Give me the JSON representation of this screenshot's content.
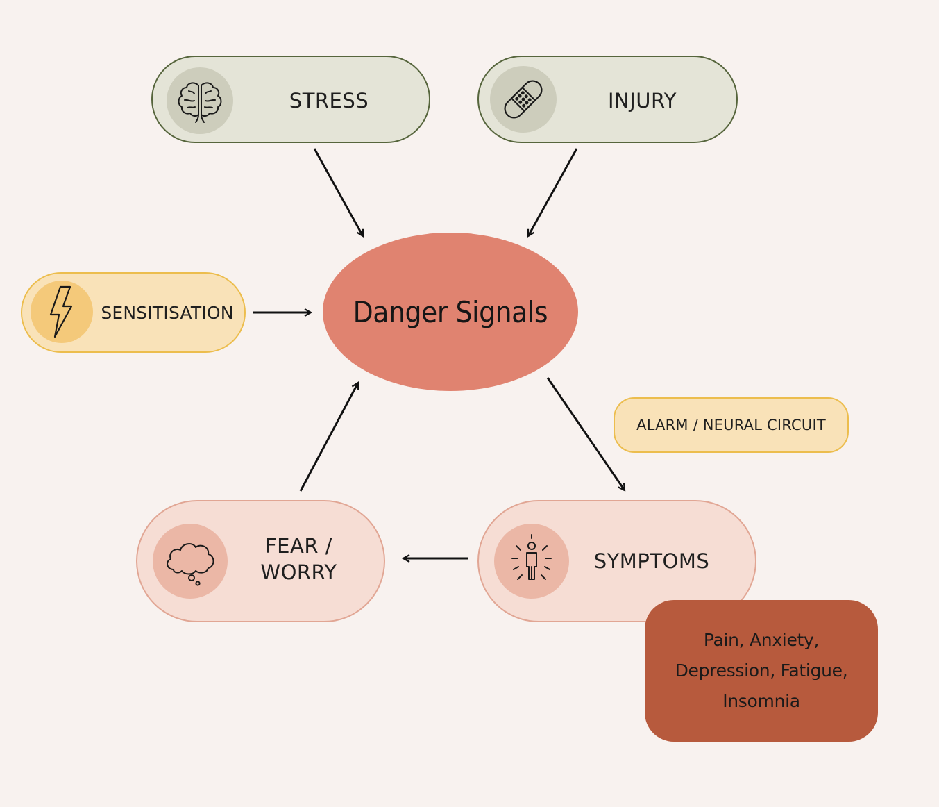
{
  "nodes": {
    "stress": {
      "label": "STRESS",
      "icon": "brain-icon"
    },
    "injury": {
      "label": "INJURY",
      "icon": "bandage-icon"
    },
    "sensitisation": {
      "label": "SENSITISATION",
      "icon": "lightning-icon"
    },
    "fear": {
      "label_line1": "FEAR /",
      "label_line2": "WORRY",
      "icon": "thought-cloud-icon"
    },
    "symptoms": {
      "label": "SYMPTOMS",
      "icon": "radiating-person-icon"
    }
  },
  "center": {
    "label": "Danger Signals"
  },
  "alarm_tag": {
    "label": "ALARM / NEURAL CIRCUIT"
  },
  "symptom_list": {
    "line1": "Pain, Anxiety,",
    "line2": "Depression, Fatigue,",
    "line3": "Insomnia"
  },
  "colors": {
    "background": "#f8f2ef",
    "center_fill": "#e08370",
    "green_fill": "#e4e4d7",
    "green_border": "#56653c",
    "yellow_fill": "#f9e2b8",
    "yellow_border": "#ecbd4d",
    "pink_fill": "#f6ddd4",
    "pink_border": "#e1a694",
    "list_fill": "#b75a3d"
  },
  "edges": [
    {
      "from": "stress",
      "to": "danger-signals"
    },
    {
      "from": "injury",
      "to": "danger-signals"
    },
    {
      "from": "sensitisation",
      "to": "danger-signals"
    },
    {
      "from": "danger-signals",
      "to": "symptoms"
    },
    {
      "from": "symptoms",
      "to": "fear"
    },
    {
      "from": "fear",
      "to": "danger-signals"
    }
  ]
}
